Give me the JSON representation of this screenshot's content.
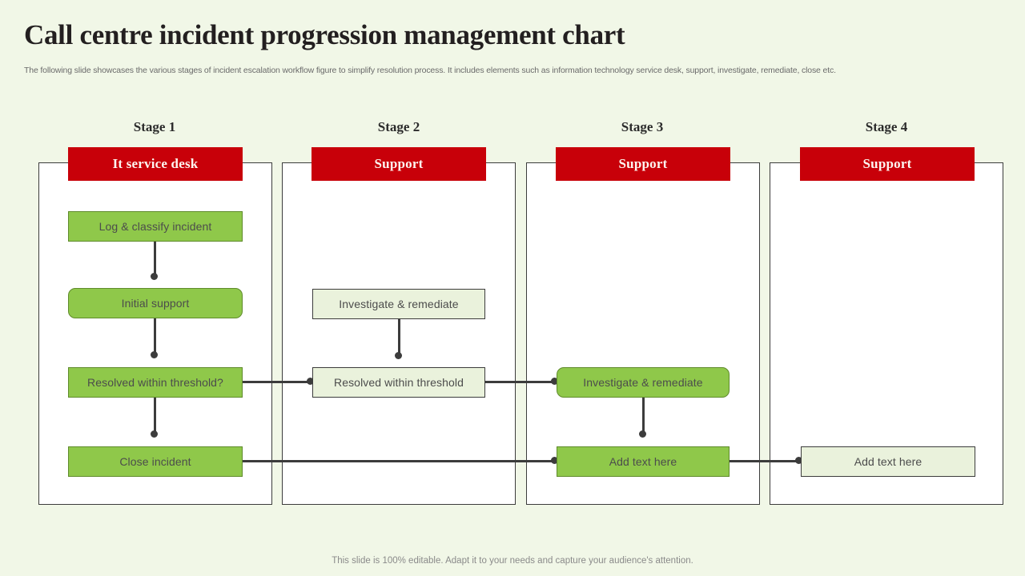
{
  "header": {
    "title": "Call centre incident progression management chart",
    "subtitle": "The following slide showcases the various stages of incident escalation workflow figure to simplify resolution process. It includes elements such as information technology service desk, support, investigate, remediate, close etc."
  },
  "footer": {
    "note": "This slide is 100% editable. Adapt it to your needs and capture your audience's attention."
  },
  "colors": {
    "background": "#f1f7e7",
    "header_red": "#c80009",
    "node_green": "#8fc84a",
    "node_pale": "#eaf2dc",
    "line": "#3c3c3c",
    "frame": "#ffffff"
  },
  "stages": [
    {
      "label": "Stage 1",
      "header": "It service desk",
      "nodes": [
        {
          "text": "Log & classify incident",
          "style": "green",
          "shape": "square"
        },
        {
          "text": "Initial  support",
          "style": "green",
          "shape": "rounded"
        },
        {
          "text": "Resolved within threshold?",
          "style": "green",
          "shape": "square"
        },
        {
          "text": "Close incident",
          "style": "green",
          "shape": "square"
        }
      ]
    },
    {
      "label": "Stage 2",
      "header": "Support",
      "nodes": [
        {
          "text": "Investigate  & remediate",
          "style": "pale",
          "shape": "square"
        },
        {
          "text": "Resolved within threshold",
          "style": "pale",
          "shape": "square"
        }
      ]
    },
    {
      "label": "Stage 3",
      "header": "Support",
      "nodes": [
        {
          "text": "Investigate  & remediate",
          "style": "green",
          "shape": "rounded"
        },
        {
          "text": "Add text here",
          "style": "green",
          "shape": "square"
        }
      ]
    },
    {
      "label": "Stage 4",
      "header": "Support",
      "nodes": [
        {
          "text": "Add text here",
          "style": "pale",
          "shape": "square"
        }
      ]
    }
  ]
}
